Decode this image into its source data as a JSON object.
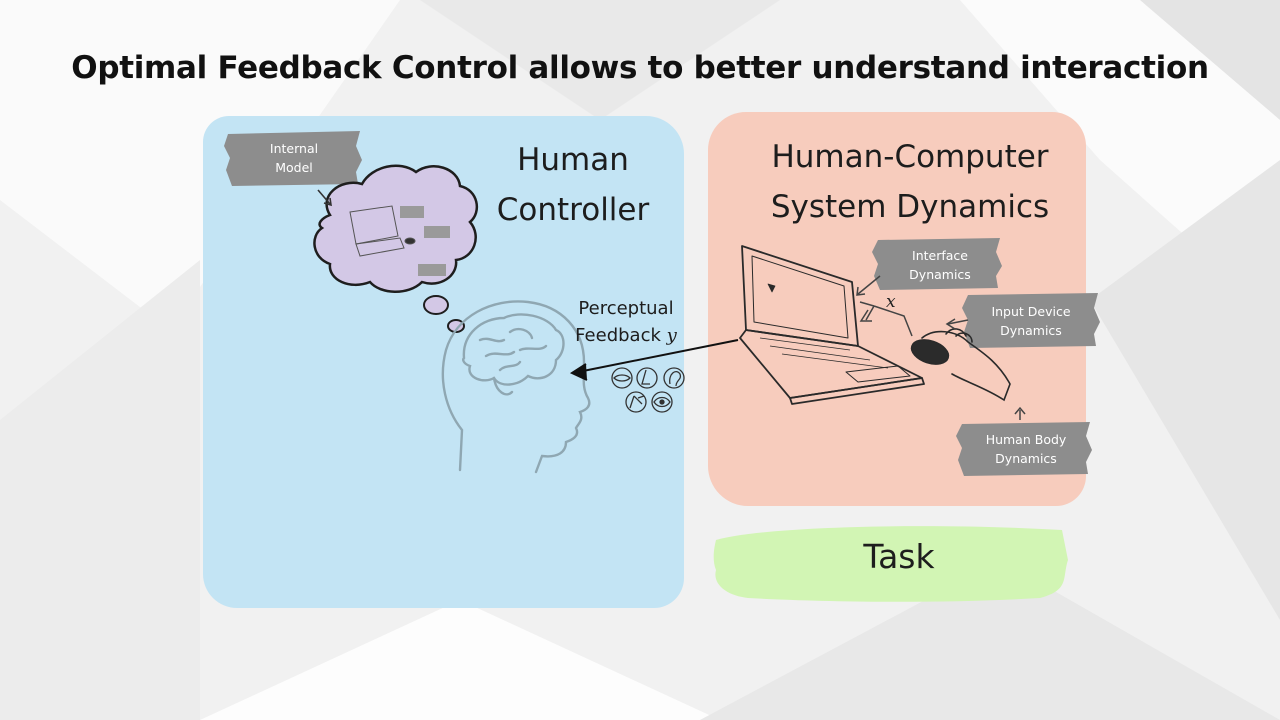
{
  "slide": {
    "title": "Optimal Feedback Control allows to better understand interaction"
  },
  "human_panel": {
    "heading_line1": "Human",
    "heading_line2": "Controller",
    "internal_model_line1": "Internal",
    "internal_model_line2": "Model",
    "perceptual_line1": "Perceptual",
    "perceptual_line2": "Feedback",
    "perceptual_var": "y"
  },
  "system_panel": {
    "heading_line1": "Human-Computer",
    "heading_line2": "System Dynamics",
    "interface_line1": "Interface",
    "interface_line2": "Dynamics",
    "input_line1": "Input Device",
    "input_line2": "Dynamics",
    "body_line1": "Human Body",
    "body_line2": "Dynamics",
    "state_var": "x"
  },
  "task": {
    "label": "Task"
  },
  "colors": {
    "human_panel": "#c3e4f4",
    "system_panel": "#f7ccbd",
    "task_brush": "#d2f5b4",
    "label_brush": "#8d8d8d",
    "thought_cloud": "#d3c8e6",
    "sketch_line": "#8fa7b2"
  }
}
